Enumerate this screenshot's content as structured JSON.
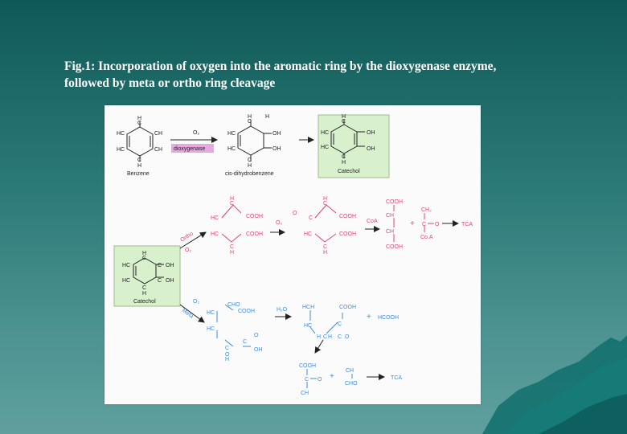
{
  "caption": {
    "line1": "Fig.1:   Incorporation of oxygen into the aromatic ring by the dioxygenase enzyme,",
    "line2": "followed by meta or ortho ring cleavage"
  },
  "figure": {
    "top_row": {
      "benzene_label": "Benzene",
      "o2_label": "O₂",
      "enzyme_label": "dioxygenase",
      "dihydro_label": "cis-dihydrobenzene",
      "catechol_label": "Catechol"
    },
    "ortho_path": {
      "branch_label": "Ortho",
      "o2_label": "O₂",
      "coa_label": "CoA",
      "ch2_label": "CH₂",
      "c_label": "C",
      "o_label": "O",
      "coa2_label": "Co.A",
      "tca_label": "TCA",
      "plus": "+"
    },
    "center_catechol": {
      "label": "Catechol"
    },
    "meta_path": {
      "o2_label": "O₂",
      "branch_label": "Meta",
      "h2o_label": "H₂O",
      "hcooh_label": "HCOOH",
      "plus": "+",
      "tca_label": "TCA"
    },
    "colors": {
      "background": "#1e6a68",
      "figure_bg": "#fbfbfb",
      "ortho": "#e0456e",
      "meta": "#3f8bd6",
      "enzyme_box": "#e7a8e0",
      "catechol_box": "#d8f0cc",
      "text": "#ffffff"
    }
  }
}
